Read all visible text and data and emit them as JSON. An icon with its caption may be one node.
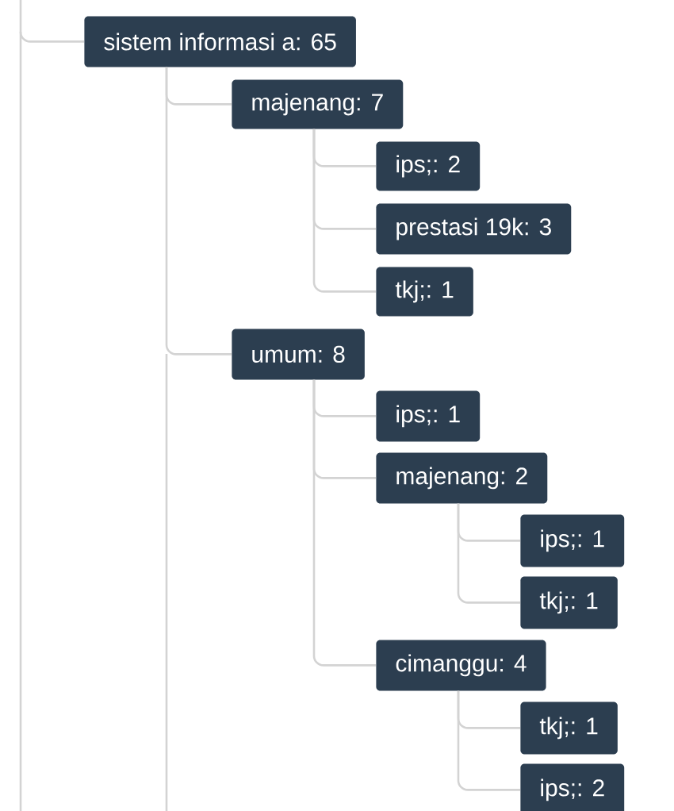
{
  "diagram": {
    "nodes": [
      {
        "text": [
          "sistem informasi a: 65"
        ]
      },
      {
        "text": [
          "majenang: 7"
        ]
      },
      {
        "text": [
          "ips;: 2"
        ]
      },
      {
        "text": [
          "prestasi 19k: 3"
        ]
      },
      {
        "text": [
          "tkj;: 1"
        ]
      },
      {
        "text": [
          "umum: 8"
        ]
      },
      {
        "text": [
          "ips;: 1"
        ]
      },
      {
        "text": [
          "majenang: 2"
        ]
      },
      {
        "text": [
          "ips;: 1"
        ]
      },
      {
        "text": [
          "tkj;: 1"
        ]
      },
      {
        "text": [
          "cimanggu: 4"
        ]
      },
      {
        "text": [
          "tkj;: 1"
        ]
      },
      {
        "text": [
          "ips;: 2"
        ]
      }
    ],
    "edges": [
      {
        "from": null,
        "to": 0,
        "arrow": "none"
      },
      {
        "from": 0,
        "to": 1,
        "arrow": "none"
      },
      {
        "from": 1,
        "to": 2,
        "arrow": "none"
      },
      {
        "from": 1,
        "to": 3,
        "arrow": "none"
      },
      {
        "from": 1,
        "to": 4,
        "arrow": "none"
      },
      {
        "from": 0,
        "to": 5,
        "arrow": "none"
      },
      {
        "from": 5,
        "to": 6,
        "arrow": "none"
      },
      {
        "from": 5,
        "to": 7,
        "arrow": "none"
      },
      {
        "from": 7,
        "to": 8,
        "arrow": "none"
      },
      {
        "from": 7,
        "to": 9,
        "arrow": "none"
      },
      {
        "from": 5,
        "to": 10,
        "arrow": "none"
      },
      {
        "from": 10,
        "to": 11,
        "arrow": "none"
      },
      {
        "from": 10,
        "to": 12,
        "arrow": "none"
      }
    ]
  }
}
